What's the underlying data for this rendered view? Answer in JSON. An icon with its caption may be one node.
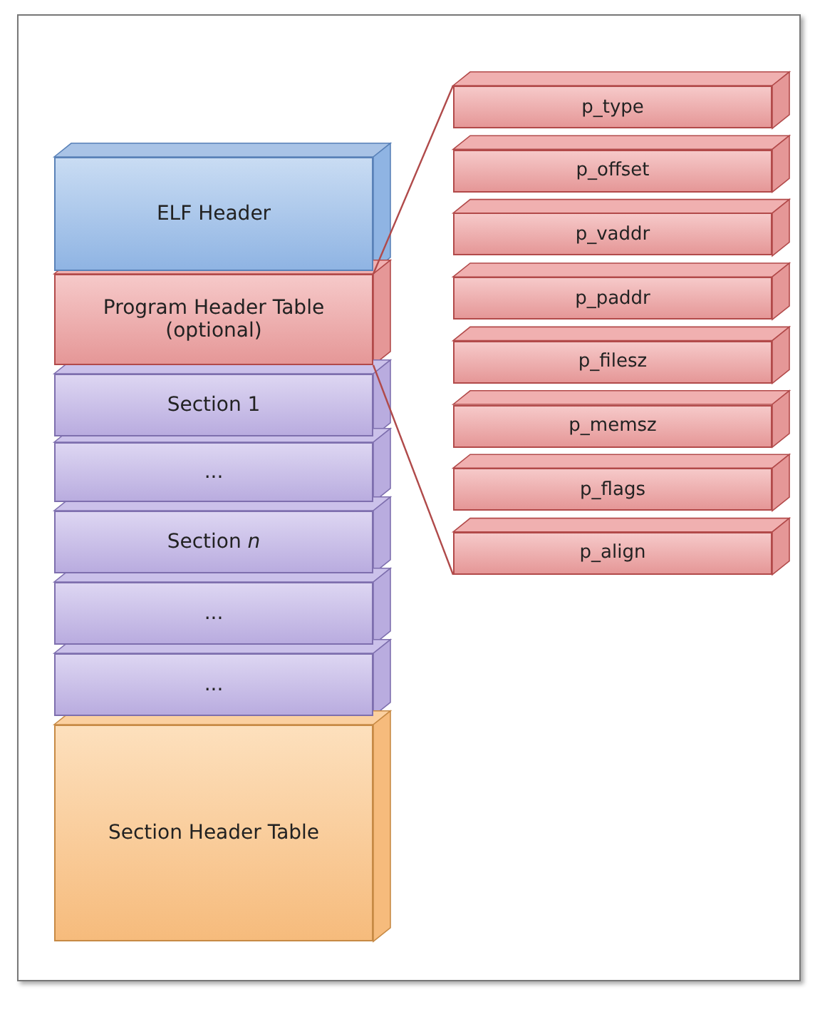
{
  "diagram": {
    "nodes": [
      {
        "text": [
          "ELF Header"
        ]
      },
      {
        "text": [
          "Program Header Table (optional)"
        ]
      },
      {
        "text": [
          "Section 1"
        ]
      },
      {
        "text": [
          "..."
        ]
      },
      {
        "text": [
          "Section *n*"
        ]
      },
      {
        "text": [
          "..."
        ]
      },
      {
        "text": [
          "..."
        ]
      },
      {
        "text": [
          "Section Header Table"
        ]
      },
      {
        "text": [
          "p_type"
        ]
      },
      {
        "text": [
          "p_offset"
        ]
      },
      {
        "text": [
          "p_vaddr"
        ]
      },
      {
        "text": [
          "p_paddr"
        ]
      },
      {
        "text": [
          "p_filesz"
        ]
      },
      {
        "text": [
          "p_memsz"
        ]
      },
      {
        "text": [
          "p_flags"
        ]
      },
      {
        "text": [
          "p_align"
        ]
      }
    ],
    "edges": [
      {
        "from": 1,
        "to": 8,
        "arrow": "none"
      },
      {
        "from": 1,
        "to": 15,
        "arrow": "none"
      }
    ]
  }
}
